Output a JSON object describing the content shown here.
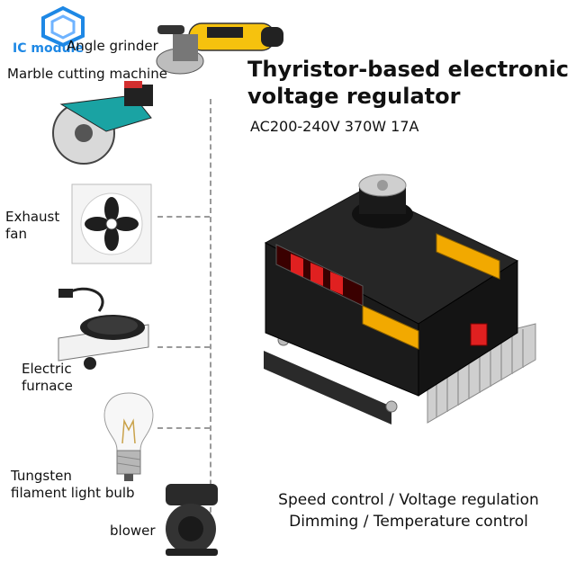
{
  "logo": {
    "text": "IC module"
  },
  "applications": [
    {
      "label": "Angle grinder",
      "icon": "angle-grinder-icon"
    },
    {
      "label": "Marble cutting machine",
      "icon": "circular-saw-icon"
    },
    {
      "label": "Exhaust\nfan",
      "icon": "exhaust-fan-icon"
    },
    {
      "label": "Electric\nfurnace",
      "icon": "hot-plate-icon"
    },
    {
      "label": "Tungsten\nfilament light bulb",
      "icon": "light-bulb-icon"
    },
    {
      "label": "blower",
      "icon": "blower-icon"
    }
  ],
  "product": {
    "title_line1": "Thyristor-based electronic",
    "title_line2": "voltage regulator",
    "spec": "AC200-240V 370W 17A",
    "features_line1": "Speed control / Voltage regulation",
    "features_line2": "Dimming / Temperature control"
  },
  "colors": {
    "logo": "#1e88e5",
    "terminal": "#f2a900",
    "led": "#e02020",
    "body": "#1b1b1b"
  }
}
